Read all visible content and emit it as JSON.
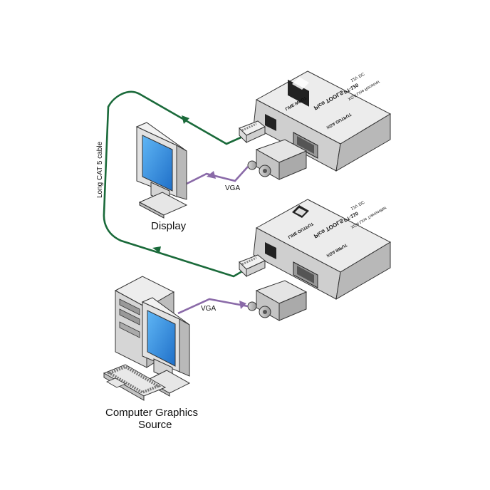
{
  "labels": {
    "display": "Display",
    "source_line1": "Computer Graphics",
    "source_line2": "Source",
    "cable": "Long CAT 5 cable",
    "vga_top": "VGA",
    "vga_bottom": "VGA"
  },
  "receiver": {
    "brand": "Pico TOOLS",
    "model": "PT-120",
    "desc": "XGA Line Receiver",
    "port_line": "LINE INPUT",
    "port_xga": "XGA OUTPUT",
    "power": "12V DC"
  },
  "transmitter": {
    "brand": "Pico TOOLS",
    "model": "PT-110",
    "desc": "XGA Line Transmitter",
    "port_line": "LINE OUTPUT",
    "port_xga": "XGA INPUT",
    "power": "12V DC"
  },
  "colors": {
    "cat5": "#1a6a3a",
    "vga": "#8a6aa8",
    "box_top": "#ececec",
    "box_front": "#cfcfcf",
    "box_side": "#b8b8b8",
    "screen": "#2f8de0"
  }
}
